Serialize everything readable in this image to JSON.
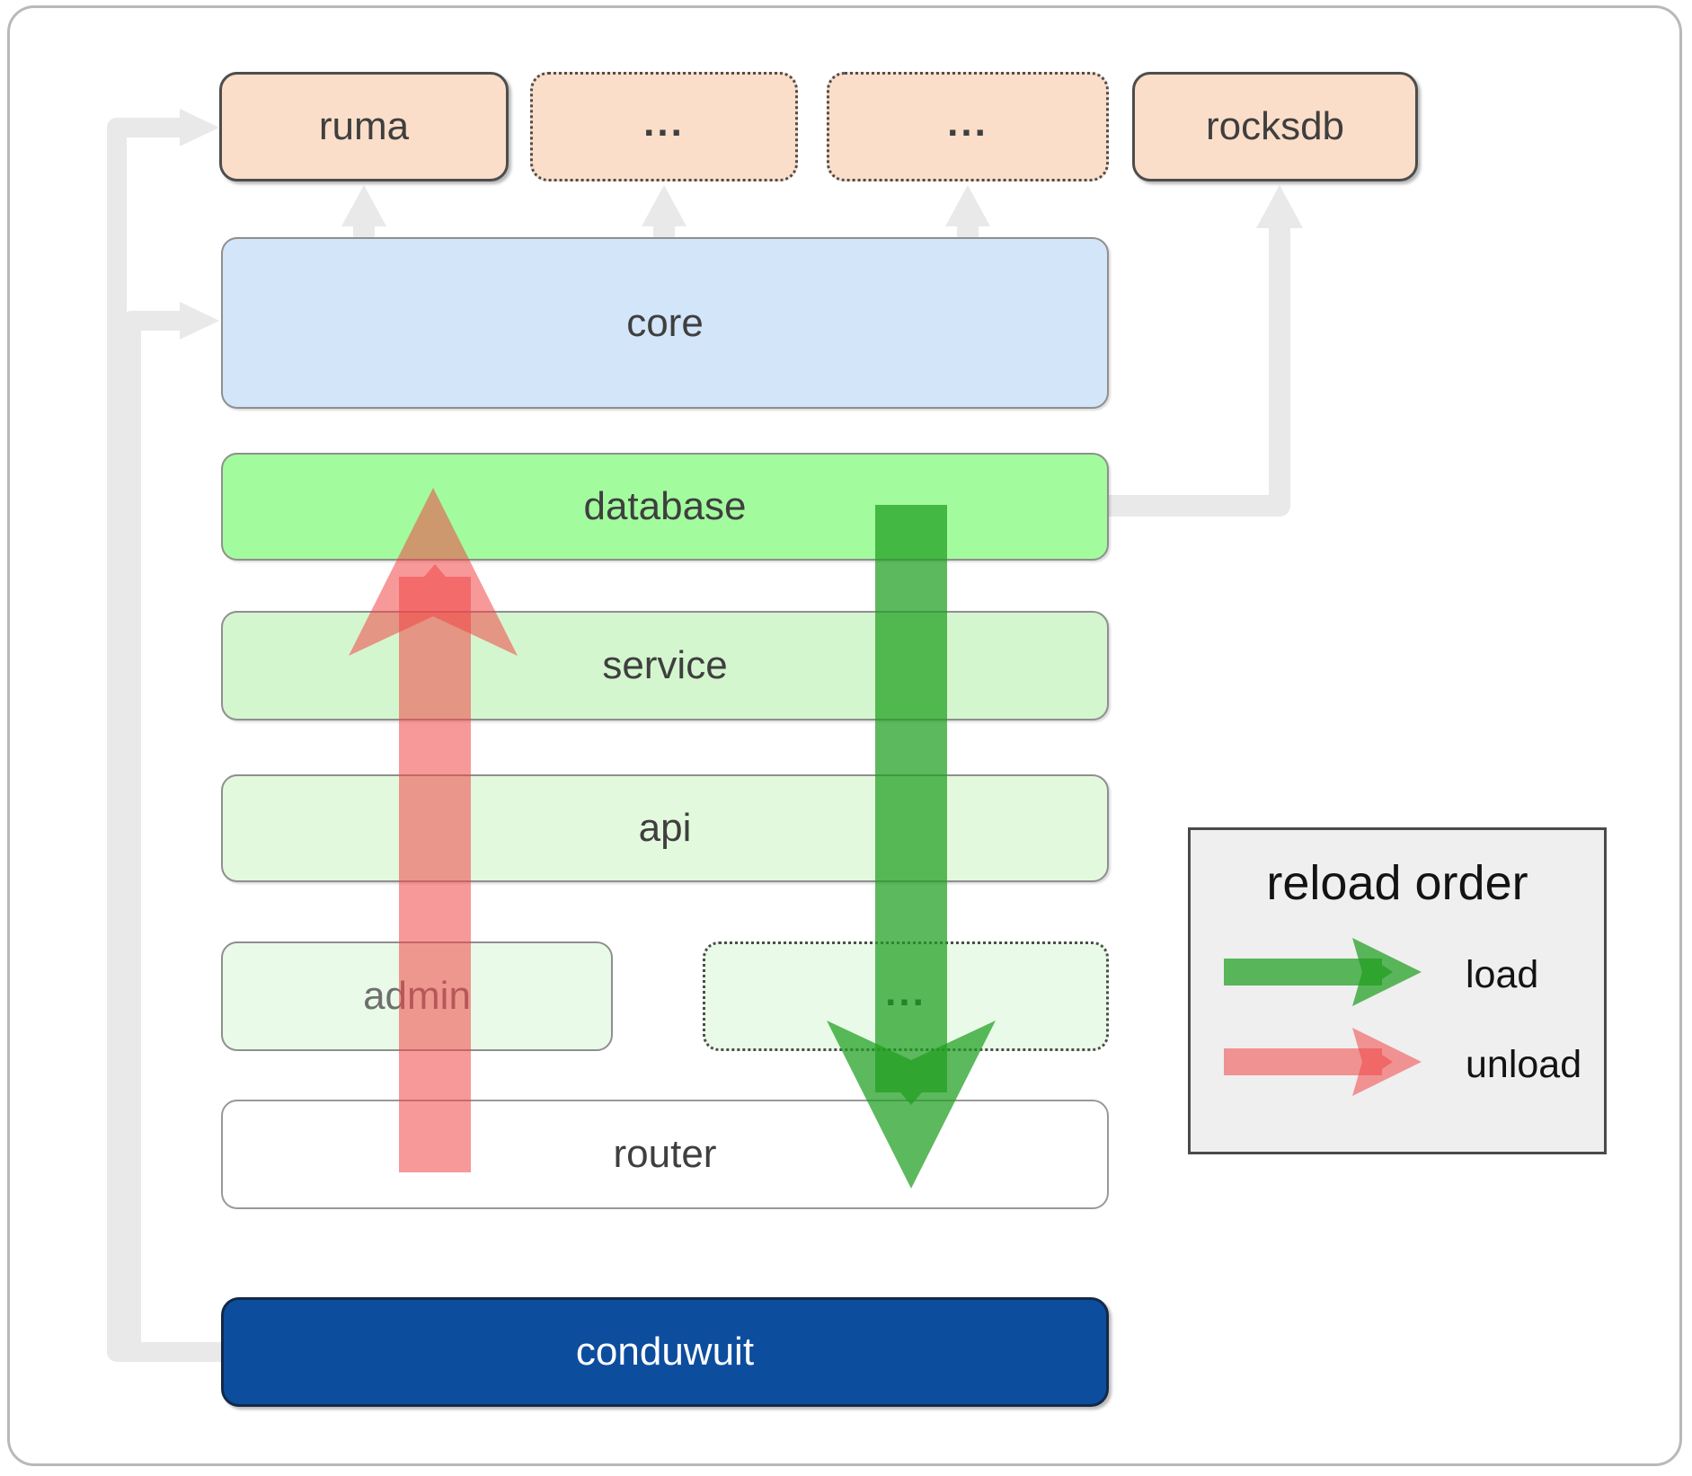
{
  "boxes": {
    "ruma": {
      "label": "ruma"
    },
    "ellipsis_1": {
      "label": "..."
    },
    "ellipsis_2": {
      "label": "..."
    },
    "rocksdb": {
      "label": "rocksdb"
    },
    "core": {
      "label": "core"
    },
    "database": {
      "label": "database"
    },
    "service": {
      "label": "service"
    },
    "api": {
      "label": "api"
    },
    "admin": {
      "label": "admin"
    },
    "ellipsis_3": {
      "label": "..."
    },
    "router": {
      "label": "router"
    },
    "conduwuit": {
      "label": "conduwuit"
    }
  },
  "legend": {
    "title": "reload order",
    "items": [
      {
        "label": "load",
        "color": "#1f9e1f"
      },
      {
        "label": "unload",
        "color": "#f04545"
      }
    ]
  },
  "colors": {
    "peach_box": "#fbdec9",
    "core_blue": "#d3e5f8",
    "database_green": "#a2fc9e",
    "service_green": "#d4f6ce",
    "api_green": "#e3f9dd",
    "admin_green": "#eafae8",
    "router_white": "#ffffff",
    "conduwuit_navy": "#0d4d9e",
    "connector_gray": "#e9e9e9",
    "load_arrow_green": "#1f9e1f",
    "unload_arrow_red": "#f04545",
    "legend_background": "#efefef"
  }
}
